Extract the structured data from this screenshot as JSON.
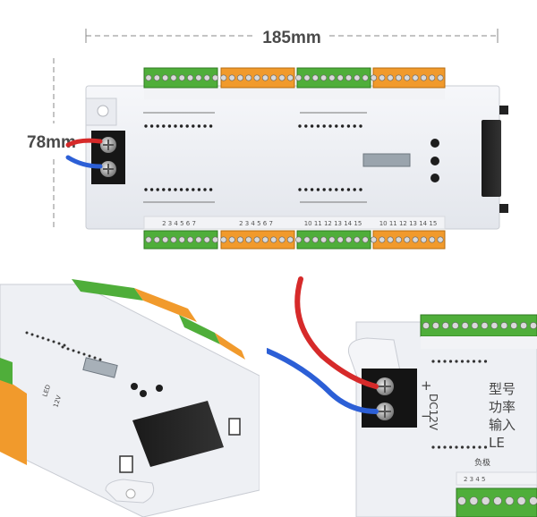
{
  "dimensions": {
    "width_label": "185mm",
    "height_label": "78mm"
  },
  "top_photo": {
    "bottom_pin_labels": [
      "2 3 4 5 6 7",
      "2 3 4 5 6 7",
      "10 11 12 13 14 15",
      "10 11 12 13 14 15"
    ]
  },
  "bottom_right_photo": {
    "label_lines": [
      "型号",
      "功率",
      "输入",
      "LE"
    ],
    "voltage_text": "DC12V",
    "pin_label": "2 3 4 5",
    "neg_label": "负极"
  },
  "bottom_left_photo": {
    "vertical_labels": [
      "LED",
      "12V"
    ]
  },
  "colors": {
    "green_terminal": "#4fae3a",
    "orange_terminal": "#f19a2c",
    "housing": "#eef0f4",
    "red_wire": "#d62a2a",
    "blue_wire": "#2c5fd6"
  }
}
